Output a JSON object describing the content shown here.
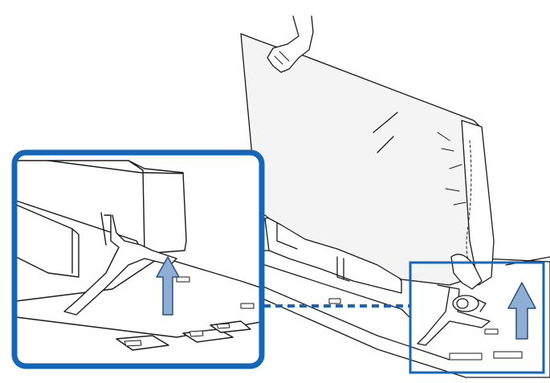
{
  "illustration": {
    "subject": "lifting-tv-off-stand-from-packaging",
    "colors": {
      "line": "#1a1a1a",
      "fill_white": "#ffffff",
      "cover_fill": "#f4f4f4",
      "frame_blue": "#1565b8",
      "arrow_fill": "#8eaed3",
      "arrow_stroke": "#2a4f80"
    },
    "icons": [
      "up-arrow-icon",
      "dashed-connector",
      "magnified-inset",
      "highlight-box"
    ]
  }
}
